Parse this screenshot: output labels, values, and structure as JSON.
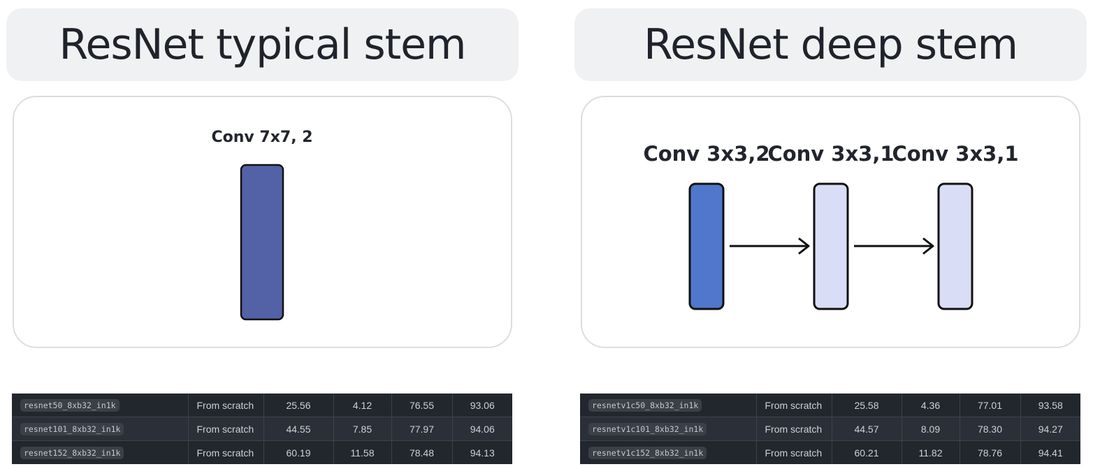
{
  "panels": [
    {
      "title": "ResNet typical stem",
      "layers": [
        {
          "label": "Conv 7x7, 2",
          "color": "#5361a6"
        }
      ],
      "table": {
        "rows": [
          [
            "resnet50_8xb32_in1k",
            "From scratch",
            "25.56",
            "4.12",
            "76.55",
            "93.06"
          ],
          [
            "resnet101_8xb32_in1k",
            "From scratch",
            "44.55",
            "7.85",
            "77.97",
            "94.06"
          ],
          [
            "resnet152_8xb32_in1k",
            "From scratch",
            "60.19",
            "11.58",
            "78.48",
            "94.13"
          ]
        ]
      }
    },
    {
      "title": "ResNet deep stem",
      "layers": [
        {
          "label": "Conv 3x3,2",
          "color": "#5077cb"
        },
        {
          "label": "Conv 3x3,1",
          "color": "#d9ddf5"
        },
        {
          "label": "Conv 3x3,1",
          "color": "#d9ddf5"
        }
      ],
      "table": {
        "rows": [
          [
            "resnetv1c50_8xb32_in1k",
            "From scratch",
            "25.58",
            "4.36",
            "77.01",
            "93.58"
          ],
          [
            "resnetv1c101_8xb32_in1k",
            "From scratch",
            "44.57",
            "8.09",
            "78.30",
            "94.27"
          ],
          [
            "resnetv1c152_8xb32_in1k",
            "From scratch",
            "60.21",
            "11.82",
            "78.76",
            "94.41"
          ]
        ]
      }
    }
  ],
  "colors": {
    "title_background": "#f0f1f3",
    "layer_border": "#111111",
    "arrow": "#111111",
    "table_background": "#22272e"
  }
}
